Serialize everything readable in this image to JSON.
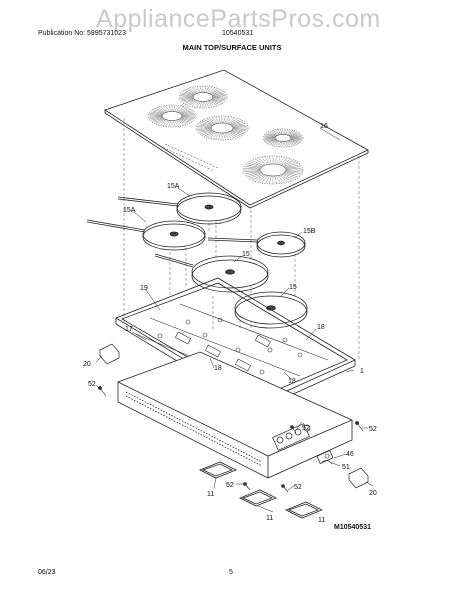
{
  "watermark": "AppliancePartsPros.com",
  "header": {
    "publication": "Publication No: 5995731023",
    "model_fragment": "10540531",
    "section_title": "MAIN TOP/SURFACE UNITS"
  },
  "footer": {
    "date": "06/23",
    "page": "5"
  },
  "diagram_code": "M10540531",
  "callouts": {
    "c16": "16",
    "c15A_a": "15A",
    "c15A_b": "15A",
    "c15B": "15B",
    "c15_a": "15",
    "c15_b": "15",
    "c19": "19",
    "c17": "17",
    "c18_a": "18",
    "c18_b": "18",
    "c18_c": "18",
    "c20_a": "20",
    "c20_b": "20",
    "c52_a": "52",
    "c52_b": "52",
    "c52_c": "52",
    "c52_d": "52",
    "c52_e": "52",
    "c1": "1",
    "c46": "46",
    "c51": "51",
    "c11_a": "11",
    "c11_b": "11",
    "c11_c": "11"
  }
}
